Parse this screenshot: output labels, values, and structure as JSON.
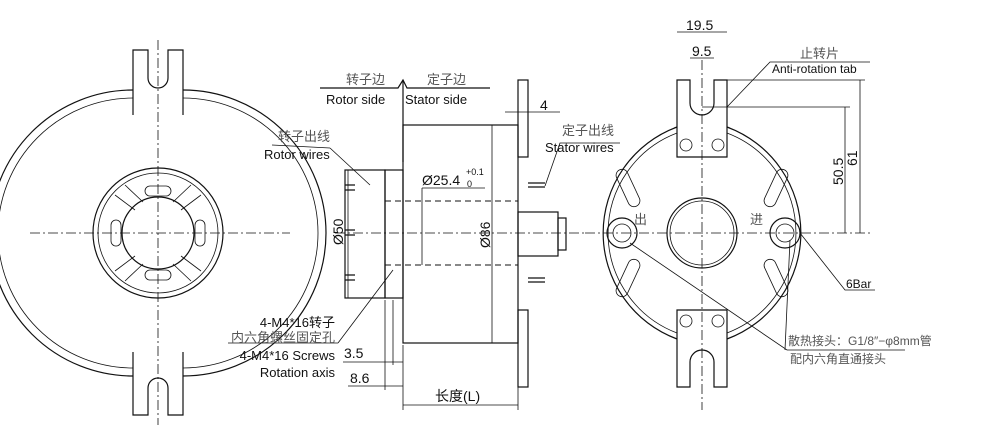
{
  "labels": {
    "rotor_side_cn": "转子边",
    "stator_side_cn": "定子边",
    "rotor_side": "Rotor side",
    "stator_side": "Stator side",
    "rotor_wires_cn": "转子出线",
    "rotor_wires": "Rotor wires",
    "stator_wires_cn": "定子出线",
    "stator_wires": "Stator wires",
    "screws_cn_1": "4-M4*16转子",
    "screws_cn_2": "内六角螺丝固定孔",
    "screws": "4-M4*16 Screws",
    "rotation_axis": "Rotation axis",
    "length": "长度(L)",
    "anti_rotation_cn": "止转片",
    "anti_rotation": "Anti-rotation tab",
    "outlet_cn": "出",
    "inlet_cn": "进",
    "pressure": "6Bar",
    "cooling_cn_1": "散热接头：G1/8″−φ8mm管",
    "cooling_cn_2": "配内六角直通接头"
  },
  "dimensions": {
    "flange_thickness": "4",
    "bore": "Ø25.4",
    "bore_tol_upper": "+0.1",
    "bore_tol_lower": "0",
    "rotor_dia": "Ø50",
    "body_dia": "Ø86",
    "offset_1": "3.5",
    "offset_2": "8.6",
    "tab_width": "19.5",
    "slot_width": "9.5",
    "slot_height": "50.5",
    "tab_height": "61"
  }
}
